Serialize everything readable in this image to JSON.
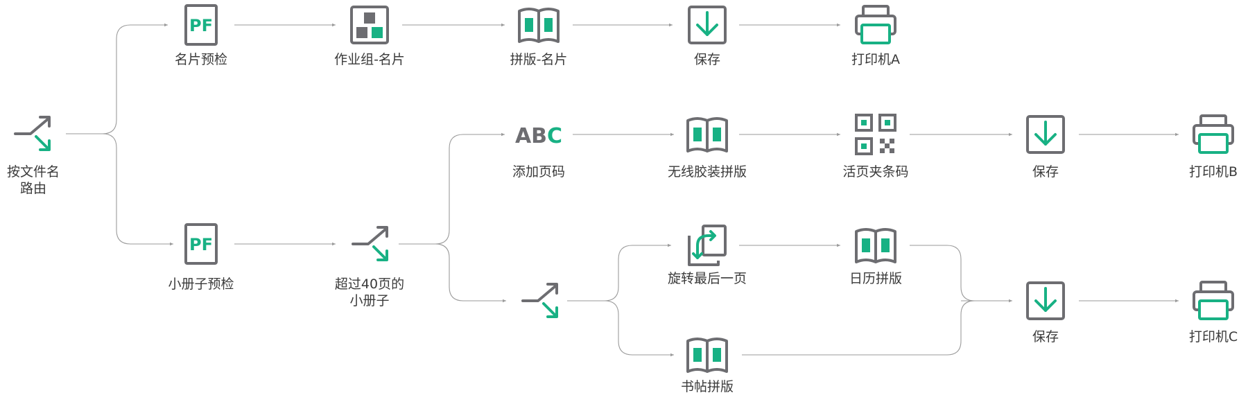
{
  "colors": {
    "gray": "#6d6d71",
    "green": "#18b184",
    "line": "#9a9a9a",
    "text": "#3a3a3a"
  },
  "nodes": {
    "route_by_name": {
      "icon": "router-icon",
      "label": "按文件名路由"
    },
    "card_preflight": {
      "icon": "pdf-icon",
      "label": "名片预检",
      "icon_text": "PF"
    },
    "card_jobgroup": {
      "icon": "job-group-icon",
      "label": "作业组-名片"
    },
    "card_imposition": {
      "icon": "book-icon",
      "label": "拼版-名片"
    },
    "card_save": {
      "icon": "save-icon",
      "label": "保存"
    },
    "printer_a": {
      "icon": "printer-icon",
      "label": "打印机A"
    },
    "booklet_preflight": {
      "icon": "pdf-icon",
      "label": "小册子预检",
      "icon_text": "PF"
    },
    "over40_router": {
      "icon": "router-icon",
      "label": "超过40页的小册子"
    },
    "add_page_numbers": {
      "icon": "abc-icon",
      "label": "添加页码",
      "icon_text": "ABC"
    },
    "perfect_bind": {
      "icon": "book-icon",
      "label": "无线胶装拼版"
    },
    "loose_leaf_barcode": {
      "icon": "qr-code-icon",
      "label": "活页夹条码"
    },
    "save_b": {
      "icon": "save-icon",
      "label": "保存"
    },
    "printer_b": {
      "icon": "printer-icon",
      "label": "打印机B"
    },
    "split_router": {
      "icon": "router-icon",
      "label": ""
    },
    "rotate_last": {
      "icon": "rotate-icon",
      "label": "旋转最后一页"
    },
    "calendar_imposition": {
      "icon": "book-icon",
      "label": "日历拼版"
    },
    "signature_imposition": {
      "icon": "book-icon",
      "label": "书帖拼版"
    },
    "save_c": {
      "icon": "save-icon",
      "label": "保存"
    },
    "printer_c": {
      "icon": "printer-icon",
      "label": "打印机C"
    }
  }
}
